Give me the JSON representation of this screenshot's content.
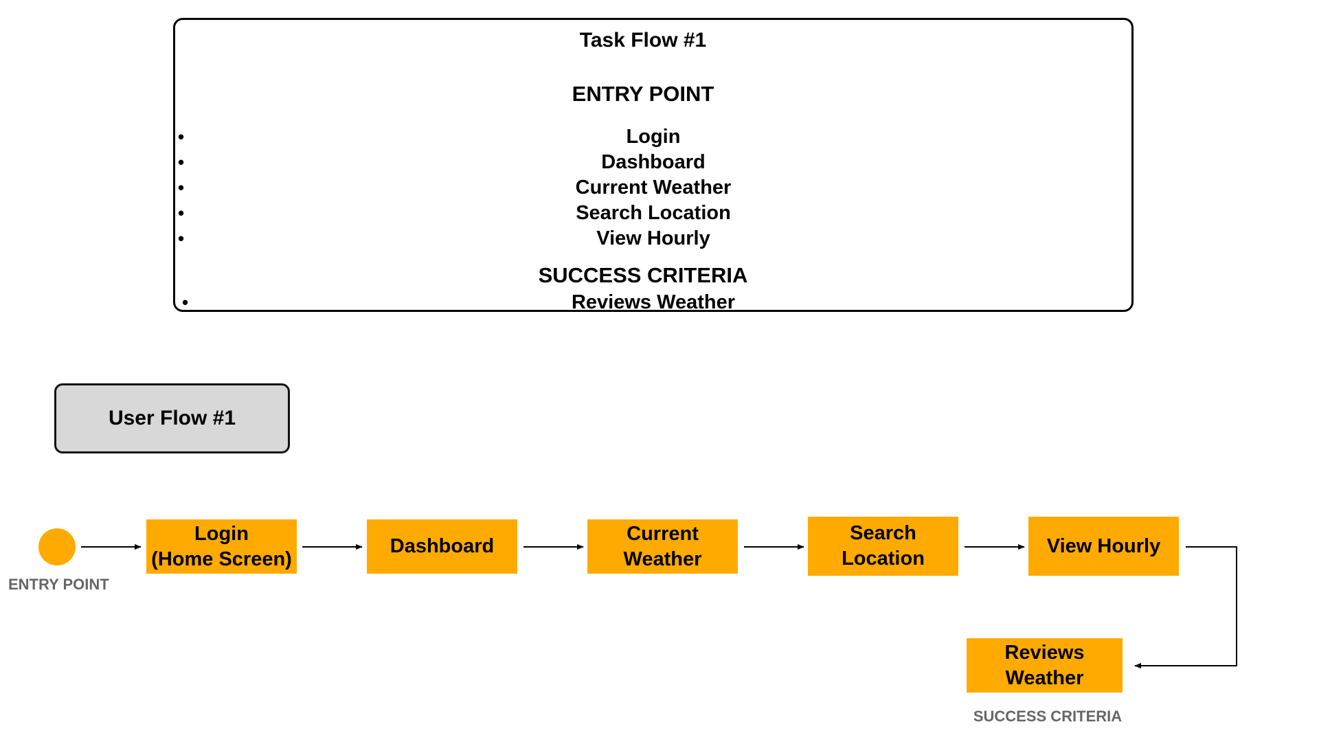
{
  "task_flow": {
    "title": "Task Flow #1",
    "entry_heading": "ENTRY POINT",
    "entry_items": [
      "Login",
      "Dashboard",
      "Current Weather",
      "Search Location",
      "View Hourly"
    ],
    "success_heading": "SUCCESS CRITERIA",
    "success_items": [
      "Reviews Weather"
    ],
    "bullet": "•"
  },
  "user_flow": {
    "title": "User Flow #1",
    "entry_label": "ENTRY POINT",
    "success_label": "SUCCESS CRITERIA",
    "steps": {
      "login": [
        "Login",
        "(Home Screen)"
      ],
      "dashboard": [
        "Dashboard"
      ],
      "current_weather": [
        "Current",
        "Weather"
      ],
      "search_location": [
        "Search",
        "Location"
      ],
      "view_hourly": [
        "View Hourly"
      ],
      "reviews_weather": [
        "Reviews",
        "Weather"
      ]
    }
  },
  "colors": {
    "node_fill": "#ffaa00",
    "label_gray": "#666666",
    "user_flow_fill": "#d8d8d8"
  }
}
